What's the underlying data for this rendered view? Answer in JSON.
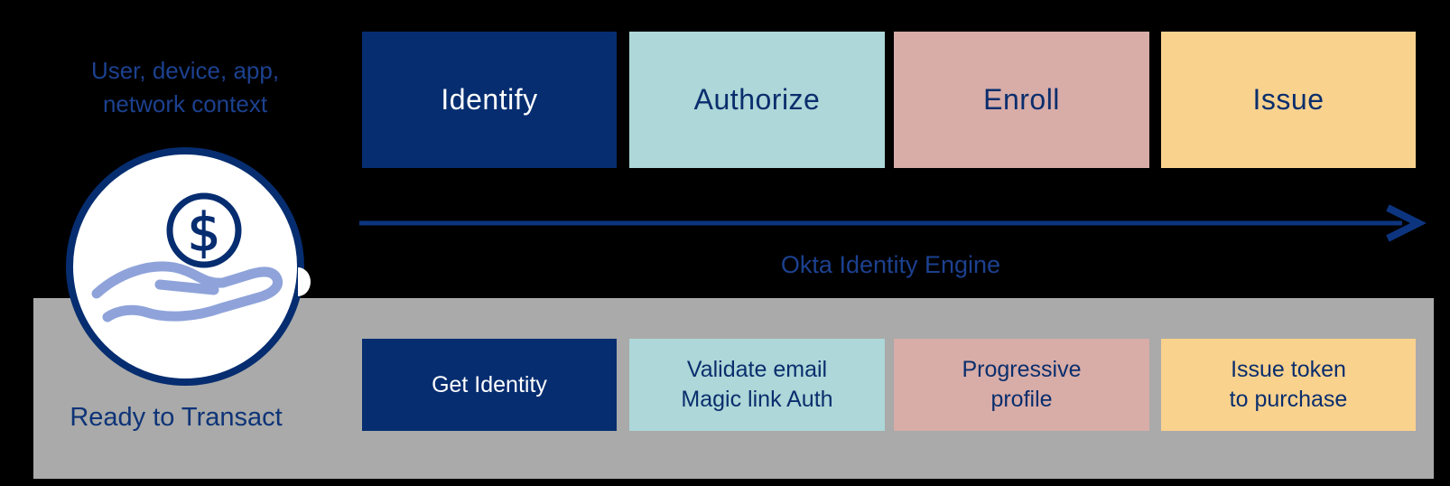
{
  "context_label": {
    "line1": "User, device, app,",
    "line2": "network context"
  },
  "engine_label": "Okta Identity Engine",
  "ready_label": "Ready to Transact",
  "icon": {
    "name": "hand-holding-dollar-coin",
    "dollar_glyph": "$"
  },
  "stages": [
    {
      "label": "Identify",
      "action": [
        "Get Identity"
      ]
    },
    {
      "label": "Authorize",
      "action": [
        "Validate email",
        "Magic link Auth"
      ]
    },
    {
      "label": "Enroll",
      "action": [
        "Progressive",
        "profile"
      ]
    },
    {
      "label": "Issue",
      "action": [
        "Issue token",
        "to purchase"
      ]
    }
  ],
  "colors": {
    "background": "#000000",
    "band_gray": "#a9aaa9",
    "navy_box": "#062d70",
    "teal_box": "#add7d8",
    "pink_box": "#d8aca7",
    "yellow_box": "#f9d28e",
    "navy_text": "#0a2e6d",
    "blue_text": "#1c418f",
    "arrow_blue": "#0d357f",
    "hand_blue": "#8fa3da",
    "white": "#ffffff"
  }
}
